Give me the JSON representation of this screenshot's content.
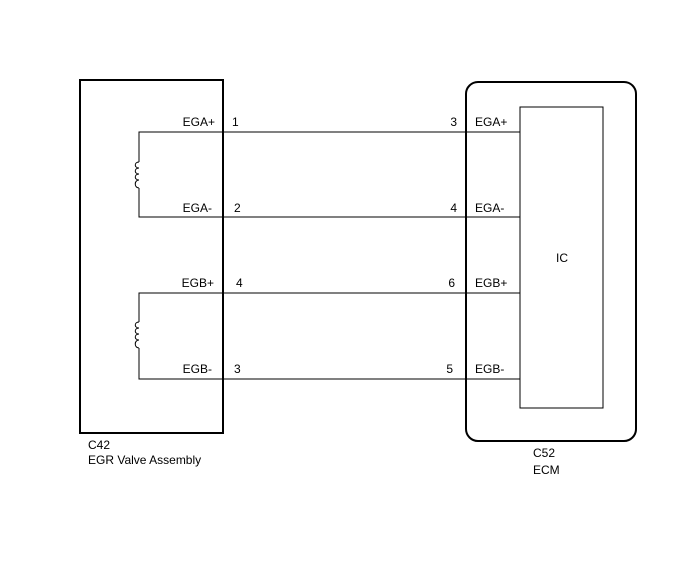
{
  "egr_valve": {
    "connector": "C42",
    "name": "EGR Valve Assembly",
    "terminals": {
      "ega_plus": {
        "label": "EGA+",
        "pin": "1"
      },
      "ega_minus": {
        "label": "EGA-",
        "pin": "2"
      },
      "egb_plus": {
        "label": "EGB+",
        "pin": "4"
      },
      "egb_minus": {
        "label": "EGB-",
        "pin": "3"
      }
    },
    "coil_a_icon": "coil-icon",
    "coil_b_icon": "coil-icon"
  },
  "ecm": {
    "connector": "C52",
    "name": "ECM",
    "ic_label": "IC",
    "terminals": {
      "ega_plus": {
        "label": "EGA+",
        "pin": "3"
      },
      "ega_minus": {
        "label": "EGA-",
        "pin": "4"
      },
      "egb_plus": {
        "label": "EGB+",
        "pin": "6"
      },
      "egb_minus": {
        "label": "EGB-",
        "pin": "5"
      }
    }
  }
}
